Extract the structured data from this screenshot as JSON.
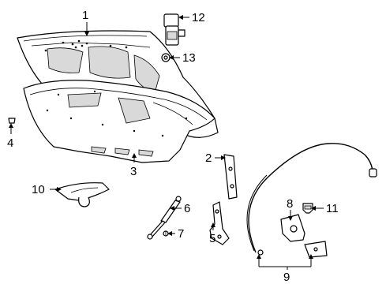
{
  "callouts": [
    {
      "id": "1",
      "text": "1"
    },
    {
      "id": "2",
      "text": "2"
    },
    {
      "id": "3",
      "text": "3"
    },
    {
      "id": "4",
      "text": "4"
    },
    {
      "id": "5",
      "text": "5"
    },
    {
      "id": "6",
      "text": "6"
    },
    {
      "id": "7",
      "text": "7"
    },
    {
      "id": "8",
      "text": "8"
    },
    {
      "id": "9",
      "text": "9"
    },
    {
      "id": "10",
      "text": "10"
    },
    {
      "id": "11",
      "text": "11"
    },
    {
      "id": "12",
      "text": "12"
    },
    {
      "id": "13",
      "text": "13"
    }
  ],
  "parts": [
    {
      "callout": "1",
      "icon": "hood-panel-icon"
    },
    {
      "callout": "2",
      "icon": "hinge-bracket-icon"
    },
    {
      "callout": "3",
      "icon": "hood-insulator-icon"
    },
    {
      "callout": "4",
      "icon": "clip-icon"
    },
    {
      "callout": "5",
      "icon": "hinge-icon"
    },
    {
      "callout": "6",
      "icon": "lift-support-icon"
    },
    {
      "callout": "7",
      "icon": "bolt-icon"
    },
    {
      "callout": "8",
      "icon": "latch-icon"
    },
    {
      "callout": "9",
      "icon": "release-cable-icon"
    },
    {
      "callout": "10",
      "icon": "release-handle-icon"
    },
    {
      "callout": "11",
      "icon": "bumper-icon"
    },
    {
      "callout": "12",
      "icon": "sensor-icon"
    },
    {
      "callout": "13",
      "icon": "grommet-icon"
    }
  ]
}
